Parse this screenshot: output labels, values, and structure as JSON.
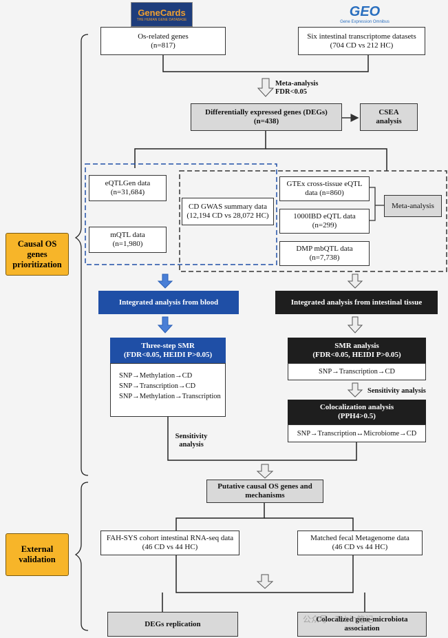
{
  "logos": {
    "genecards_main": "GeneCards",
    "genecards_sub": "THE HUMAN GENE DATABASE",
    "geo_main": "GEO",
    "geo_sub": "Gene Expression Omnibus"
  },
  "os_genes": {
    "line1": "Os-related genes",
    "line2": "(n=817)"
  },
  "datasets": {
    "line1": "Six intestinal transcriptome datasets",
    "line2": "(704 CD vs 212 HC)"
  },
  "meta_label": {
    "line1": "Meta-analysis",
    "line2": "FDR<0.05"
  },
  "degs": {
    "line1": "Differentially expressed genes (DEGs)",
    "line2": "(n=438)"
  },
  "csea": {
    "line1": "CSEA",
    "line2": "analysis"
  },
  "eqtlgen": {
    "line1": "eQTLGen data",
    "line2": "(n=31,684)"
  },
  "mqtl": {
    "line1": "mQTL data",
    "line2": "(n=1,980)"
  },
  "gwas": {
    "line1": "CD GWAS summary data",
    "line2": "(12,194 CD vs 28,072 HC)"
  },
  "gtex": {
    "line1": "GTEx cross-tissue eQTL",
    "line2": "data (n=860)"
  },
  "ibd1000": {
    "line1": "1000IBD eQTL data",
    "line2": "(n=299)"
  },
  "dmp": {
    "line1": "DMP mbQTL data",
    "line2": "(n=7,738)"
  },
  "meta_box": "Meta-analysis",
  "side_causal": {
    "line1": "Causal OS",
    "line2": "genes",
    "line3": "prioritization"
  },
  "side_external": {
    "line1": "External",
    "line2": "validation"
  },
  "blood_header": "Integrated analysis from blood",
  "tissue_header": "Integrated analysis from intestinal tissue",
  "three_step": {
    "title1": "Three-step SMR",
    "title2": "(FDR<0.05, HEIDI P>0.05)",
    "items": [
      "SNP→Methylation→CD",
      "SNP→Transcription→CD",
      "SNP→Methylation→Transcription"
    ]
  },
  "smr": {
    "title1": "SMR analysis",
    "title2": "(FDR<0.05, HEIDI P>0.05)",
    "item": "SNP→Transcription→CD"
  },
  "sens_right": "Sensitivity analysis",
  "coloc": {
    "title1": "Colocalization analysis",
    "title2": "(PPH4>0.5)",
    "item": "SNP→Transcription↔Microbiome→CD"
  },
  "sens_left": {
    "line1": "Sensitivity",
    "line2": "analysis"
  },
  "putative": {
    "line1": "Putative causal OS genes and",
    "line2": "mechanisms"
  },
  "fah": {
    "line1": "FAH-SYS cohort intestinal RNA-seq data",
    "line2": "(46 CD vs 44 HC)"
  },
  "fecal": {
    "line1": "Matched fecal Metagenome data",
    "line2": "(46 CD vs 44 HC)"
  },
  "degs_rep": "DEGs replication",
  "coloc_assoc": {
    "line1": "Colocalized gene-microbiota",
    "line2": "association"
  },
  "watermark": "公众号 · Tobin笔记",
  "colors": {
    "blue": "#1f4fa6",
    "dark": "#1e1e1e",
    "gray": "#d9d9d9",
    "yellow": "#f7b529"
  }
}
